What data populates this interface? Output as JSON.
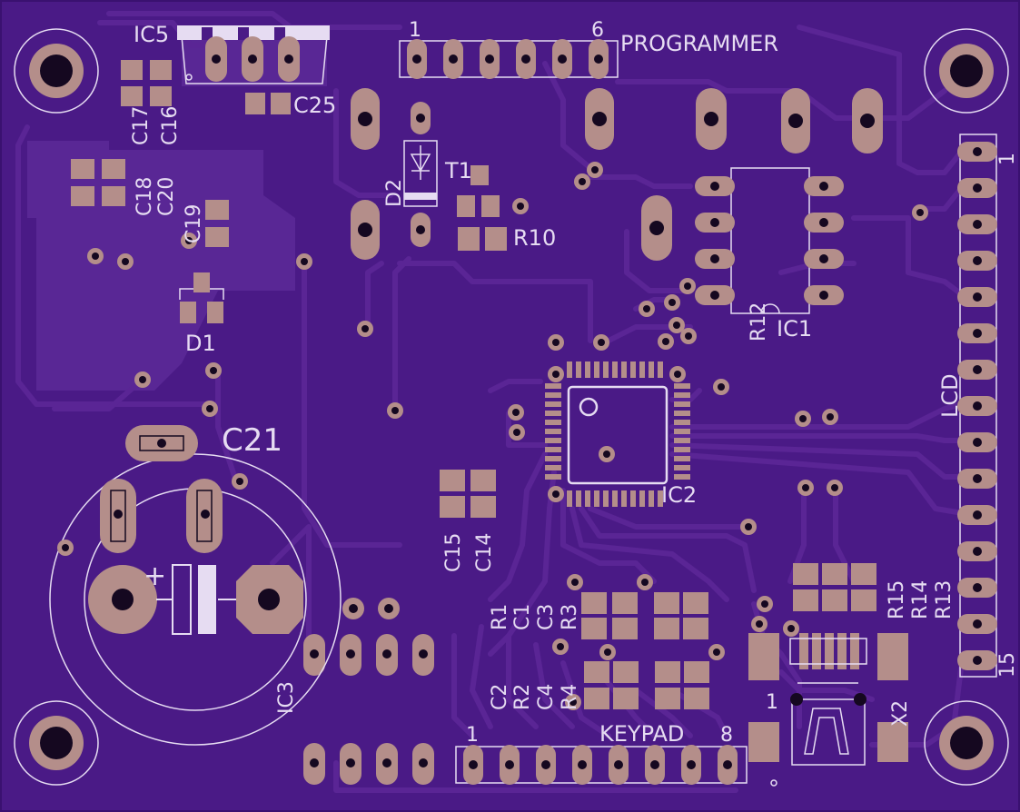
{
  "colors": {
    "board": "#4a1a86",
    "pour": "#5c2a98",
    "trace": "#5a2595",
    "pad": "#b48e8a",
    "drill": "#150820",
    "silk": "#e6dcf2"
  },
  "labels": {
    "ic5": "IC5",
    "c25": "C25",
    "c17": "C17",
    "c16": "C16",
    "c18": "C18",
    "c20": "C20",
    "c19": "C19",
    "d1": "D1",
    "d2": "D2",
    "t1": "T1",
    "r10": "R10",
    "prog_pin1": "1",
    "prog_pin6": "6",
    "programmer": "PROGRAMMER",
    "r12": "R12",
    "ic1": "IC1",
    "lcd": "LCD",
    "lcd_pin1": "1",
    "lcd_pin15": "15",
    "c21": "C21",
    "c21_plus": "+",
    "ic2": "IC2",
    "c15": "C15",
    "c14": "C14",
    "r1": "R1",
    "c1": "C1",
    "c3": "C3",
    "r3": "R3",
    "c2": "C2",
    "r2": "R2",
    "c4": "C4",
    "r4": "R4",
    "r15": "R15",
    "r14": "R14",
    "r13": "R13",
    "ic3": "IC3",
    "keypad_pin1": "1",
    "keypad": "KEYPAD",
    "keypad_pin8": "8",
    "x2": "X2",
    "x2_pin1": "1"
  }
}
